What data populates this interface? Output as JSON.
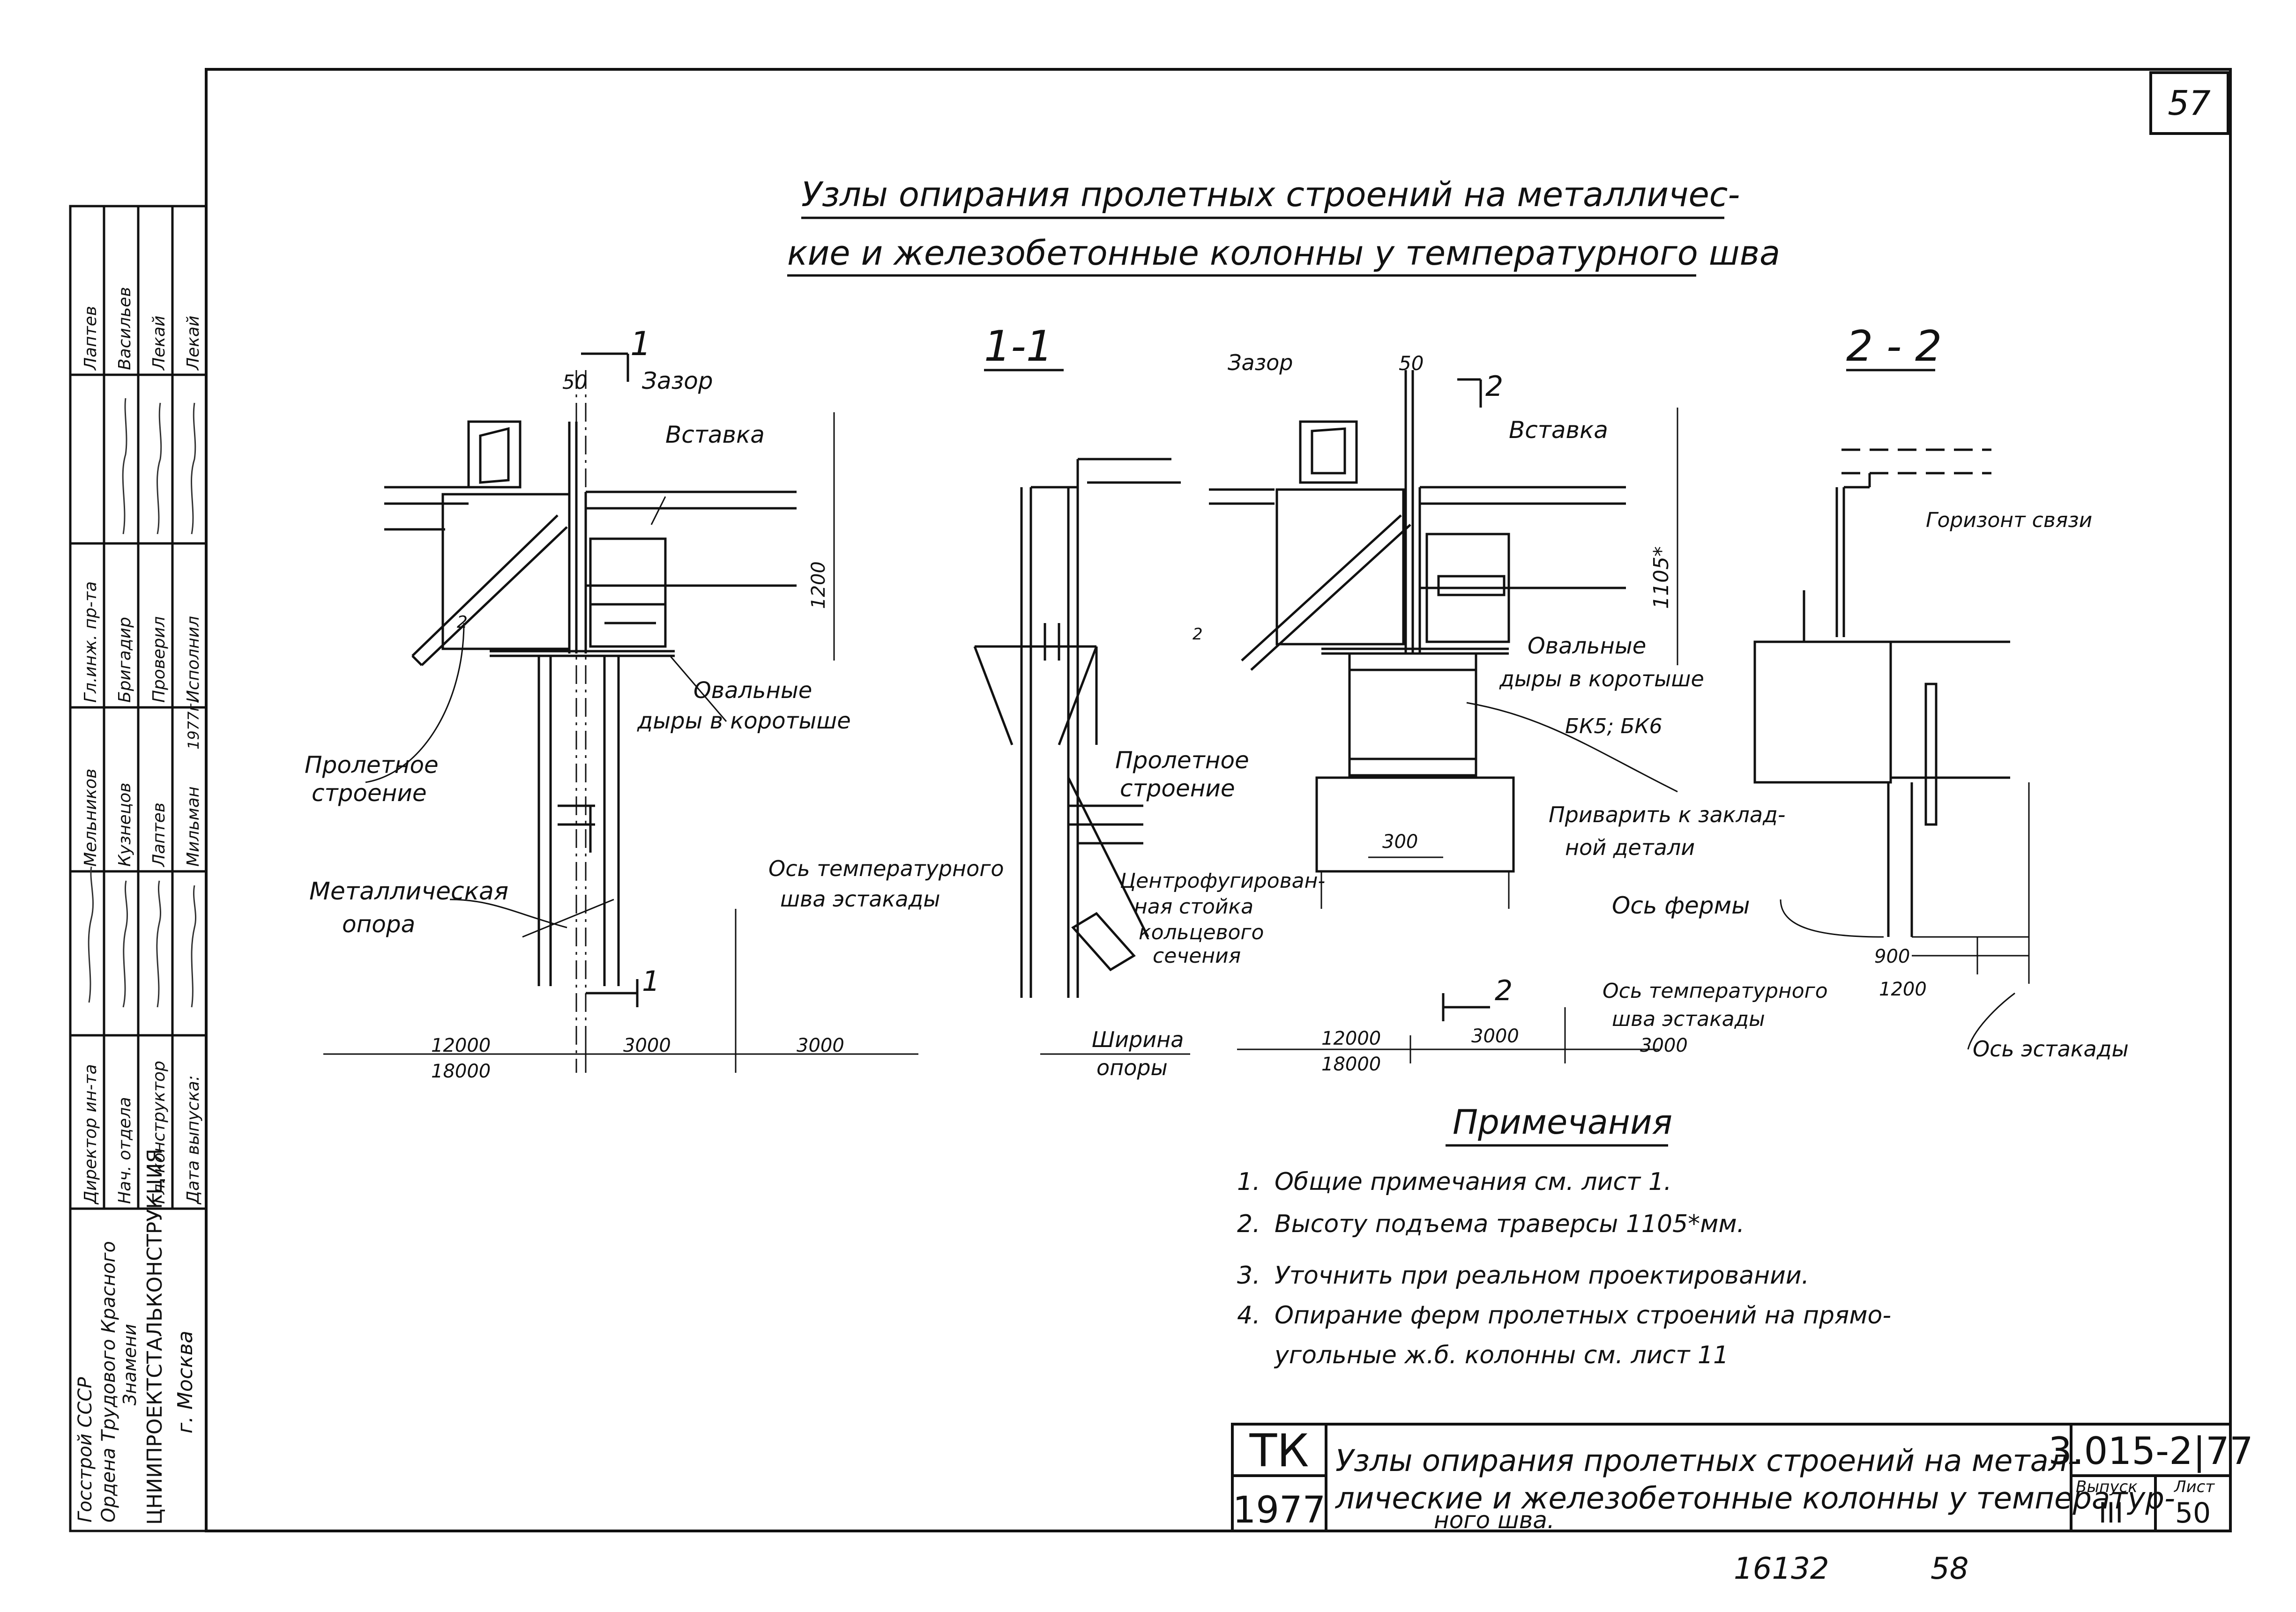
{
  "page_number": "57",
  "title": {
    "line1": "Узлы   опирания   пролетных  строений на металличес-",
    "line2": "кие   и  железобетонные  колонны  у  температурного  шва"
  },
  "sections": {
    "s11": "1-1",
    "s22": "2 - 2"
  },
  "left_view": {
    "cut_mark": "1",
    "dim_50": "50",
    "gap": "Зазор",
    "insert": "Вставка",
    "height": "1200",
    "oval_holes_1": "Овальные",
    "oval_holes_2": "дыры в коротыше",
    "span_1": "Пролетное",
    "span_2": "строение",
    "support_1": "Металлическая",
    "support_2": "опора",
    "axis_1": "Ось  температурного",
    "axis_2": "шва   эстакады",
    "dim_12000": "12000",
    "dim_18000": "18000",
    "dim_3000a": "3000",
    "dim_3000b": "3000",
    "small_2": "2",
    "cut_mark_bottom": "1"
  },
  "mid_view": {
    "span_1": "Пролетное",
    "span_2": "строение",
    "col_1": "Центрофугирован-",
    "col_2": "ная  стойка",
    "col_3": "кольцевого",
    "col_4": "сечения",
    "width_1": "Ширина",
    "width_2": "опоры"
  },
  "right_view": {
    "gap": "Зазор",
    "dim_50": "50",
    "cut_mark": "2",
    "insert": "Вставка",
    "height": "1105*",
    "oval_holes_1": "Овальные",
    "oval_holes_2": "дыры в коротыше",
    "bk": "БК5; БК6",
    "weld_1": "Приварить  к заклад-",
    "weld_2": "ной  детали",
    "dim_300": "300",
    "dim_12000": "12000",
    "dim_18000": "18000",
    "dim_3000a": "3000",
    "dim_3000b": "3000",
    "cut_mark_bottom": "2",
    "axis_1": "Ось  температурного",
    "axis_2": "шва  эстакады",
    "small_2": "2"
  },
  "section_22": {
    "bracing": "Горизонт связи",
    "truss_axis": "Ось  фермы",
    "dim_900": "900",
    "dim_1200": "1200",
    "trestle_axis": "Ось  эстакады"
  },
  "notes": {
    "heading": "Примечания",
    "items": [
      {
        "n": "1.",
        "text": "Общие     примечания    см. лист 1."
      },
      {
        "n": "2.",
        "text": "Высоту     подъема    траверсы  1105*мм."
      },
      {
        "n": "3.",
        "text": "Уточнить     при  реальном    проектировании."
      },
      {
        "n": "4.",
        "text": "Опирание    ферм    пролетных   строений  на прямо-"
      },
      {
        "n": "",
        "text": "угольные   ж.б.   колонны     см. лист 11"
      }
    ]
  },
  "stamp": {
    "code_left": "ТК",
    "year": "1977",
    "title_1": "Узлы   опирания  пролетных  строений  на метал-",
    "title_2": "лические и железобетонные колонны у температур-",
    "title_3": "ного   шва.",
    "doc_code": "3.015-2|77",
    "issue_label": "Выпуск",
    "issue_value": "III",
    "sheet_label": "Лист",
    "sheet_value": "50"
  },
  "sidebar": {
    "org_1": "Госстрой СССР",
    "org_2": "Ордена  Трудового  Красного",
    "org_3": "Знамени",
    "org_4": "ЦНИИПРОЕКТСТАЛЬКОНСТРУКЦИЯ",
    "org_5": "г. Москва",
    "roles_a": [
      "Директор ин-та",
      "Нач. отдела",
      "Гл. конструктор",
      "Дата выпуска:"
    ],
    "roles_b": [
      "Мельников",
      "Кузнецов",
      "Лаптев",
      "Мильман",
      "1977г."
    ],
    "roles_c": [
      "Гл.инж. пр-та",
      "Бригадир",
      "Проверил",
      "Исполнил"
    ],
    "roles_d": [
      "Лаптев",
      "Васильев",
      "Лекай",
      "Лекай"
    ]
  },
  "footer": {
    "archive_no": "16132",
    "page": "58"
  }
}
